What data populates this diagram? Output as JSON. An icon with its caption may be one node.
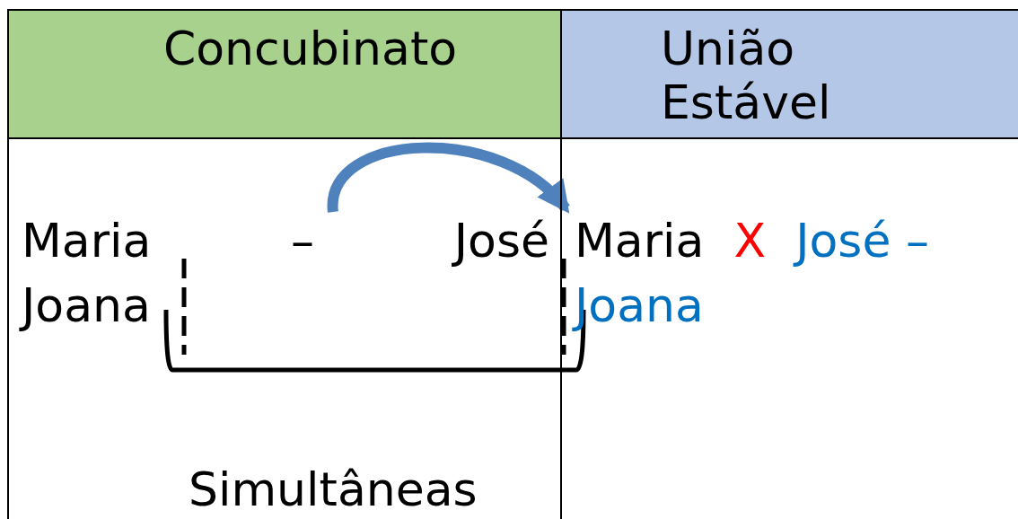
{
  "diagram": {
    "nodes": [
      {
        "text": [
          "Concubinato"
        ]
      },
      {
        "text": [
          "União Estável"
        ]
      },
      {
        "text": [
          "Maria – José Joana"
        ]
      },
      {
        "text": [
          "Maria",
          "X",
          "José – Joana"
        ]
      }
    ],
    "edges": [
      {
        "from": 2,
        "to": 3,
        "arrow": "to",
        "color": "#4f81bd"
      }
    ],
    "labels": [
      "Simultâneas"
    ]
  }
}
